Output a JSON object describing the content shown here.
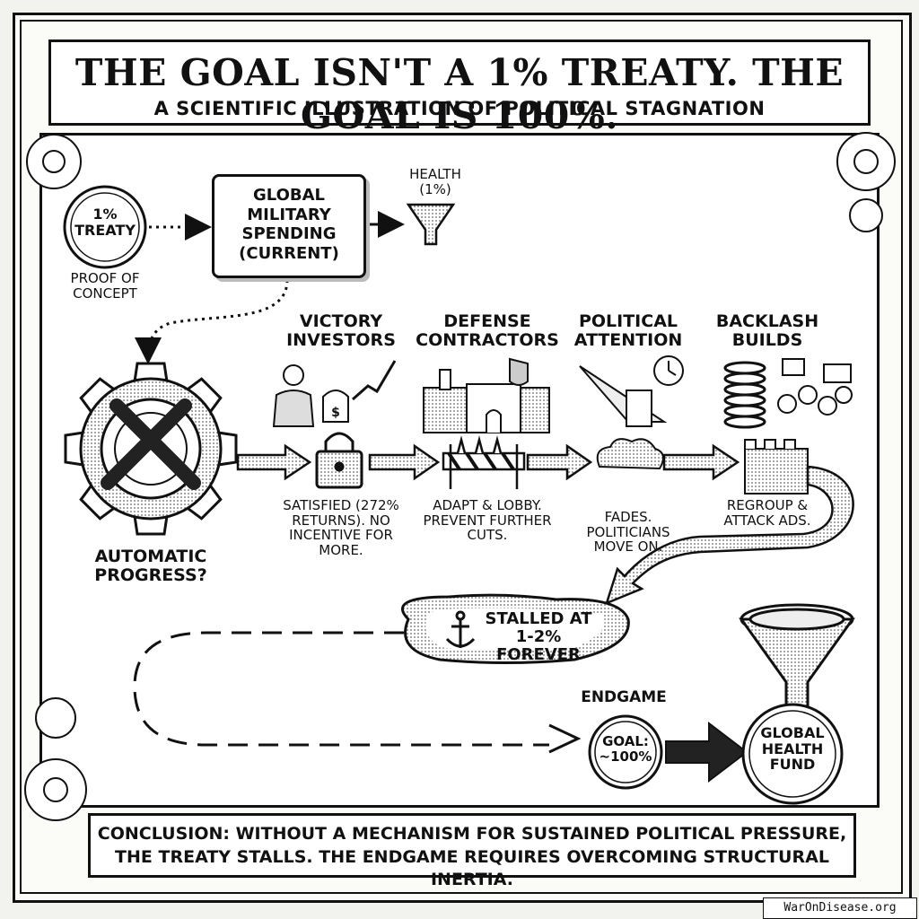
{
  "header": {
    "title": "THE GOAL ISN'T A 1% TREATY. THE GOAL IS 100%.",
    "subtitle": "A SCIENTIFIC ILLUSTRATION OF POLITICAL STAGNATION"
  },
  "top_row": {
    "treaty_label": "1% TREATY",
    "treaty_caption": "PROOF OF CONCEPT",
    "military_box": "GLOBAL MILITARY SPENDING (CURRENT)",
    "health_label": "HEALTH (1%)"
  },
  "left": {
    "gear_caption": "AUTOMATIC PROGRESS?"
  },
  "stages": [
    {
      "title": "VICTORY INVESTORS",
      "caption": "SATISFIED (272% RETURNS). NO INCENTIVE FOR MORE."
    },
    {
      "title": "DEFENSE CONTRACTORS",
      "caption": "ADAPT & LOBBY. PREVENT FURTHER CUTS."
    },
    {
      "title": "POLITICAL ATTENTION",
      "caption": "FADES. POLITICIANS MOVE ON."
    },
    {
      "title": "BACKLASH BUILDS",
      "caption": "REGROUP & ATTACK ADS."
    }
  ],
  "stall": {
    "label": "STALLED AT 1-2% FOREVER"
  },
  "endgame": {
    "title": "ENDGAME",
    "goal": "GOAL: ~100%",
    "fund": "GLOBAL HEALTH FUND"
  },
  "footer": {
    "conclusion": "CONCLUSION: WITHOUT A MECHANISM FOR SUSTAINED POLITICAL PRESSURE, THE TREATY STALLS. THE ENDGAME REQUIRES OVERCOMING STRUCTURAL INERTIA."
  },
  "watermark": "WarOnDisease.org"
}
